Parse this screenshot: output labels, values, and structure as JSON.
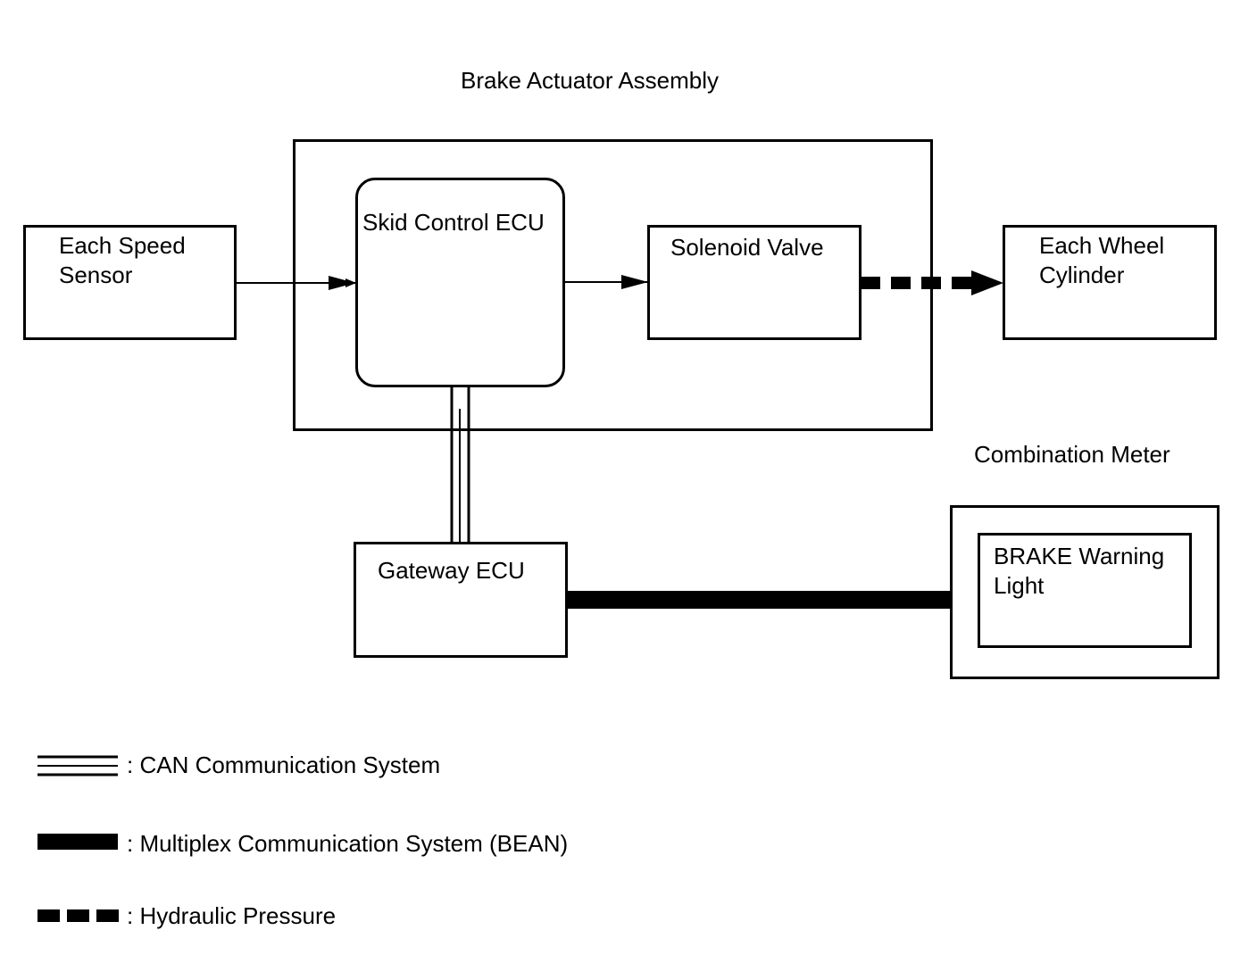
{
  "title": "Brake Actuator Assembly",
  "blocks": {
    "speed_sensor": "Each Speed\nSensor",
    "skid_ecu": "Skid Control ECU",
    "solenoid": "Solenoid Valve",
    "wheel_cylinder": "Each Wheel\nCylinder",
    "gateway": "Gateway ECU",
    "combo_meter_title": "Combination Meter",
    "brake_light": "BRAKE Warning\nLight"
  },
  "legend": {
    "can": ": CAN Communication System",
    "bean": ": Multiplex Communication System (BEAN)",
    "hydraulic": ": Hydraulic Pressure"
  }
}
